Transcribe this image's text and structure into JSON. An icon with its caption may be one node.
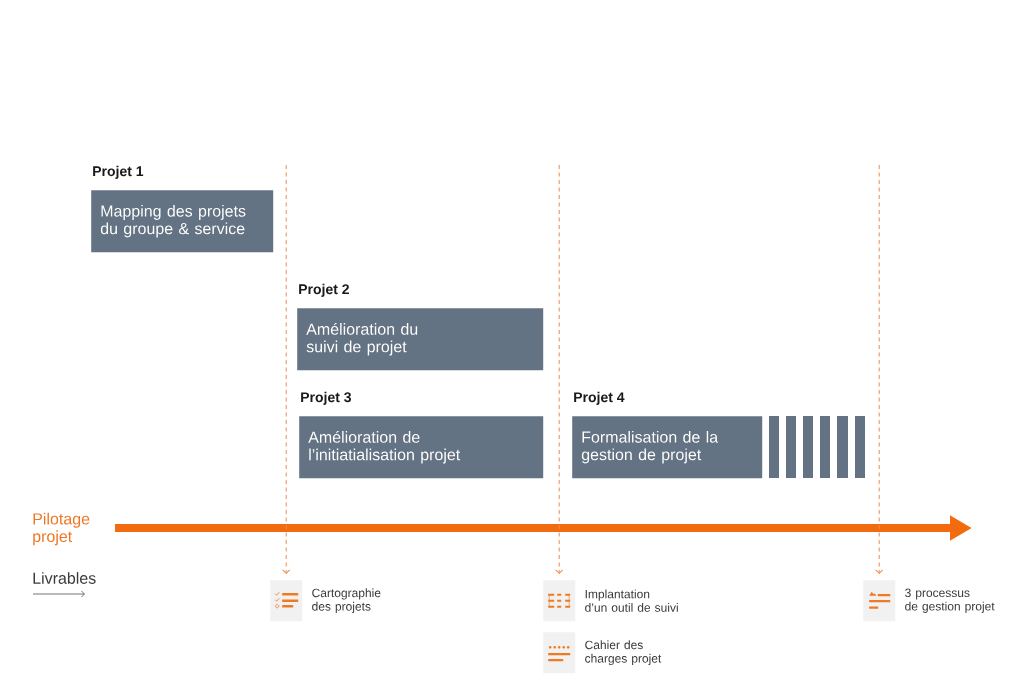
{
  "diagram": {
    "nodes": [
      {
        "text": [
          "Projet 1",
          "Mapping des projets du groupe & service"
        ]
      },
      {
        "text": [
          "Projet 2",
          "Amélioration du suivi de projet"
        ]
      },
      {
        "text": [
          "Projet 3",
          "Amélioration de l’initiatialisation projet"
        ]
      },
      {
        "text": [
          "Projet 4",
          "Formalisation de la gestion de projet"
        ]
      },
      {
        "text": [],
        "shape": "picture",
        "beside": [
          "Cartographie des projets"
        ]
      },
      {
        "text": [],
        "shape": "picture",
        "beside": [
          "Implantation d’un outil de suivi"
        ]
      },
      {
        "text": [],
        "shape": "picture",
        "beside": [
          "Cahier des charges projet"
        ]
      },
      {
        "text": [],
        "shape": "picture",
        "beside": [
          "3 processus de gestion projet"
        ]
      }
    ],
    "edges": [
      {
        "from": null,
        "to": 4,
        "arrow": "to",
        "style": "dashed"
      },
      {
        "from": null,
        "to": 5,
        "arrow": "to",
        "style": "dashed"
      },
      {
        "from": null,
        "to": 7,
        "arrow": "to",
        "style": "dashed"
      }
    ],
    "labels": [
      "Pilotage projet",
      "Livrables"
    ]
  }
}
